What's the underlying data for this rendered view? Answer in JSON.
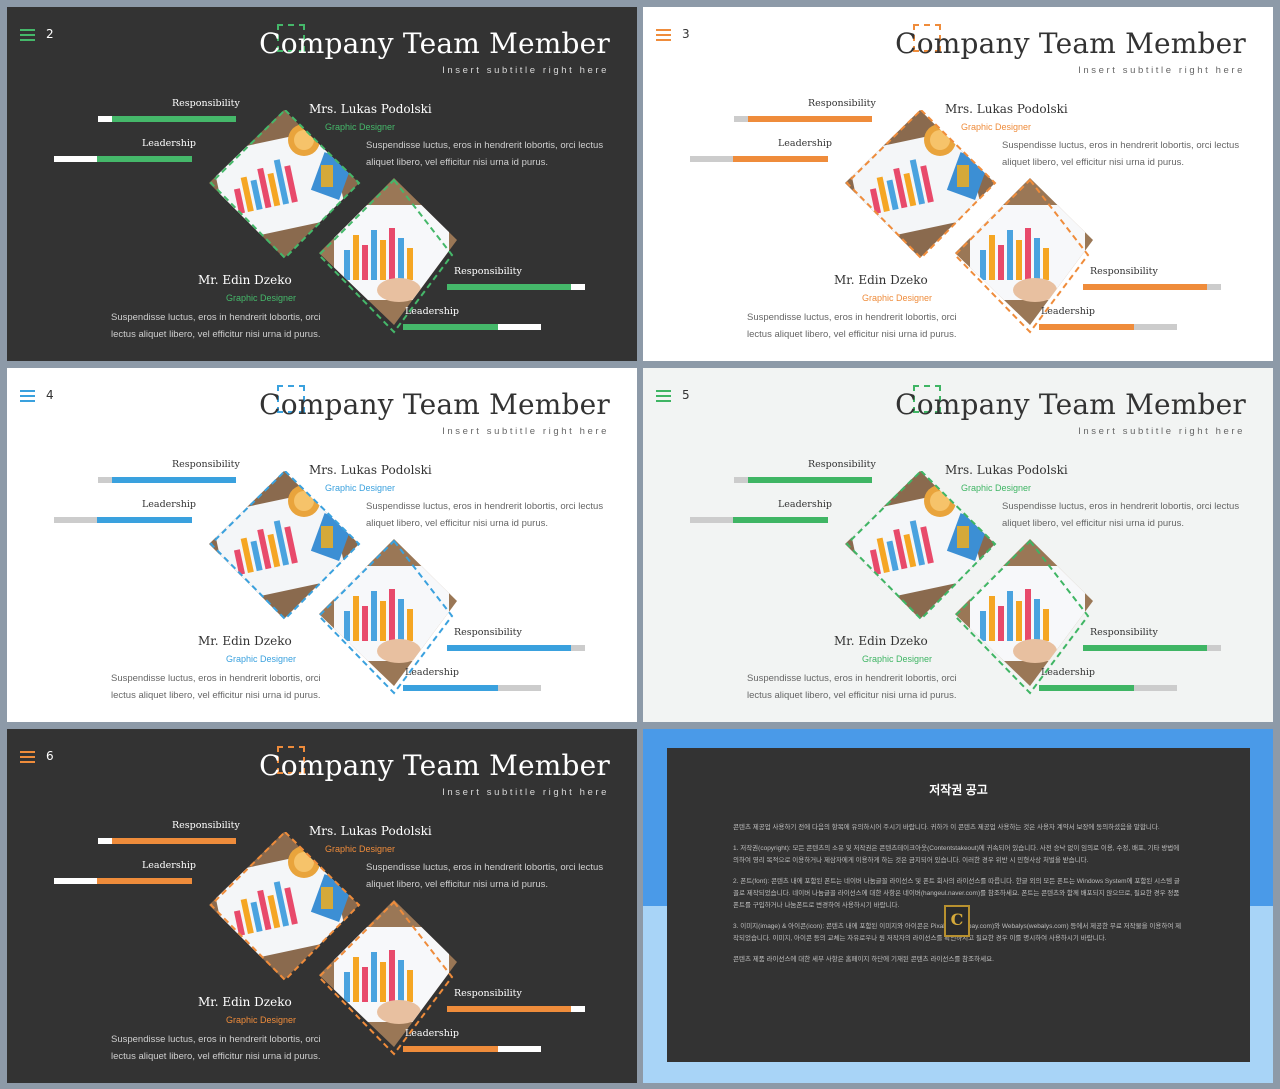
{
  "slides": [
    {
      "page_number": "2",
      "theme": "dark",
      "accent": "#45b86a",
      "background": "#333333"
    },
    {
      "page_number": "3",
      "theme": "light",
      "accent": "#ef8c3b",
      "background": "#ffffff"
    },
    {
      "page_number": "4",
      "theme": "light",
      "accent": "#3aa1de",
      "background": "#ffffff"
    },
    {
      "page_number": "5",
      "theme": "light",
      "accent": "#3fb564",
      "background": "#f2f4f3"
    },
    {
      "page_number": "6",
      "theme": "dark",
      "accent": "#ef8c3b",
      "background": "#333333"
    }
  ],
  "common": {
    "title": "Company Team Member",
    "subtitle": "Insert subtitle right here",
    "responsibility_label": "Responsibility",
    "leadership_label": "Leadership",
    "member1": {
      "name": "Mrs. Lukas Podolski",
      "role": "Graphic Designer",
      "description": "Suspendisse luctus, eros in hendrerit lobortis, orci lectus aliquet libero, vel efficitur nisi urna id purus.",
      "responsibility": 0.9,
      "leadership": 0.69
    },
    "member2": {
      "name": "Mr. Edin Dzeko",
      "role": "Graphic Designer",
      "description": "Suspendisse luctus, eros in hendrerit lobortis, orci lectus aliquet libero, vel efficitur nisi urna id purus.",
      "responsibility": 0.9,
      "leadership": 0.69
    }
  },
  "copyright": {
    "title": "저작권 공고",
    "paragraphs": [
      "콘텐츠 제공업 사용하기 전에 다음의 항목에 유의하시어 주시기 바랍니다. 귀하가 이 콘텐츠 제공업 사용하는 것은 사용자 계약서 보장에 동의하셨음을 말합니다.",
      "1. 저작권(copyright): 모든 콘텐츠의 소유 및 저작권은 콘텐츠테이크아웃(Contentstakeout)에 귀속되어 있습니다. 사전 승낙 없이 임의로 이용, 수정, 배포, 기타 방법에 의하여 영리 목적으로 이용하거나 제삼자에게 이용하게 하는 것은 금지되어 있습니다. 이러한 경우 위반 시 민형사상 처벌을 받습니다.",
      "2. 폰트(font): 콘텐츠 내에 포함된 폰트는 네이버 나눔글꼴 라이선스 및 폰트 회사의 라이선스를 따릅니다. 한글 외의 모든 폰트는 Windows System에 포함된 시스템 글꼴로 제작되었습니다. 네이버 나눔글꼴 라이선스에 대한 사항은 네이버(hangeul.naver.com)를 참조하세요. 폰트는 콘텐츠와 함께 배포되지 않으므로, 필요한 경우 정품 폰트를 구입하거나 나눔폰트로 변경하여 사용하시기 바랍니다.",
      "3. 이미지(image) & 아이콘(icon): 콘텐츠 내에 포함된 이미지와 아이콘은 Pixabay(pixabay.com)와 Webalys(webalys.com) 등에서 제공한 무료 저작물을 이용하여 제작되었습니다. 이미지, 아이콘 등의 교체는 자유로우나 원 저작자의 라이선스를 확인하시고 필요한 경우 이를 명시하여 사용하시기 바랍니다.",
      "콘텐츠 제품 라이선스에 대한 세부 사항은 홈페이지 하단에 기재된 콘텐츠 라이선스를 참조하세요."
    ],
    "logo_letter": "C"
  }
}
